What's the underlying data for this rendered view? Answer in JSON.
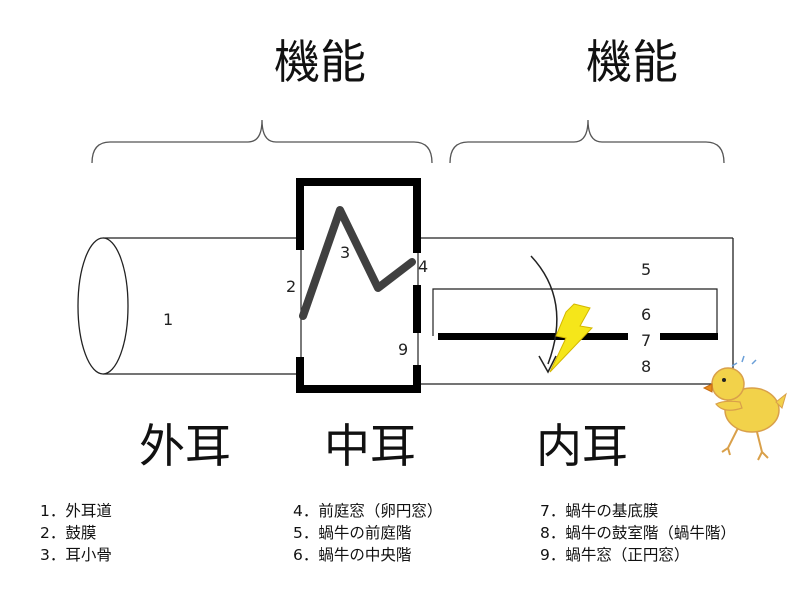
{
  "headings": {
    "function_left": "機能",
    "function_right": "機能"
  },
  "regions": {
    "outer": "外耳",
    "middle": "中耳",
    "inner": "内耳"
  },
  "numbers": [
    "1",
    "2",
    "3",
    "4",
    "5",
    "6",
    "7",
    "8",
    "9"
  ],
  "legend": {
    "col1": [
      "1．外耳道",
      "2．鼓膜",
      "3．耳小骨"
    ],
    "col2": [
      "4．前庭窓（卵円窓）",
      "5．蝸牛の前庭階",
      "6．蝸牛の中央階"
    ],
    "col3": [
      "7．蝸牛の基底膜",
      "8．蝸牛の鼓室階（蝸牛階）",
      "9．蝸牛窓（正円窓）"
    ]
  },
  "colors": {
    "outline": "#222222",
    "thick": "#000000",
    "ossicle": "#404040",
    "lightning": "#f5e61a",
    "chick": "#f2d24a",
    "chick_beak": "#e88a1a"
  },
  "icons": [
    "lightning-bolt-icon",
    "chick-illustration"
  ]
}
